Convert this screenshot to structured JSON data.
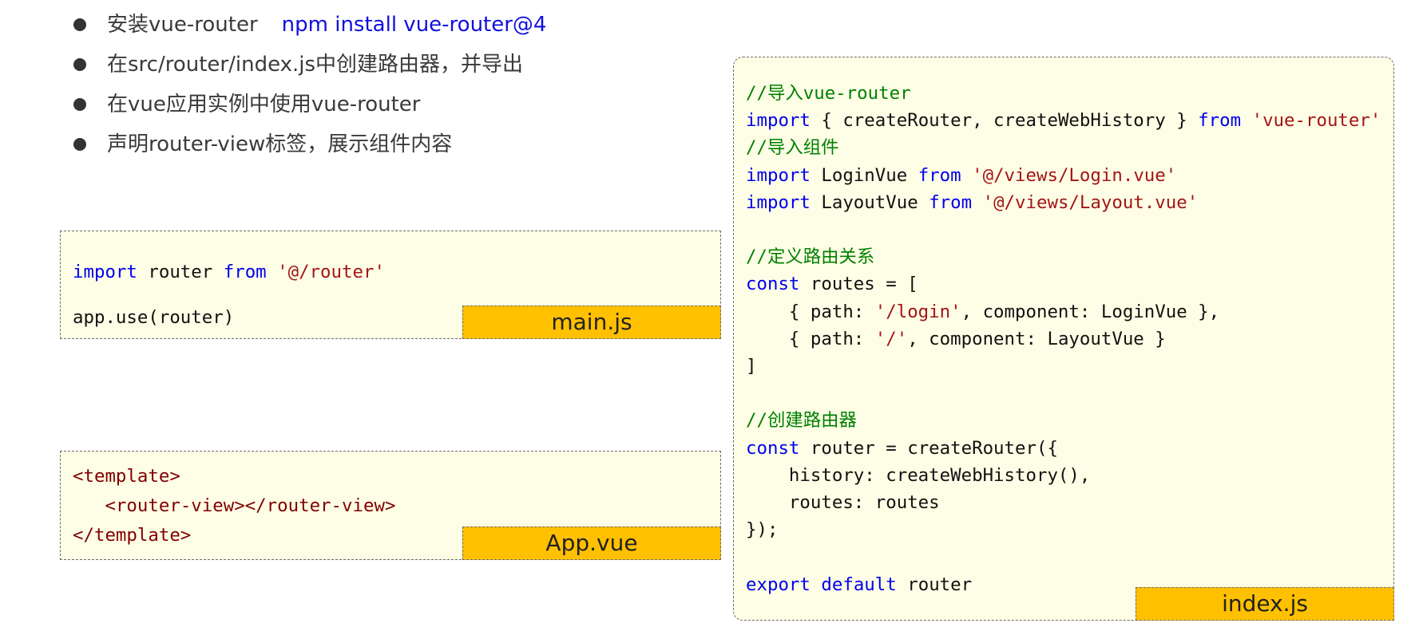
{
  "bullets": {
    "items": [
      {
        "text": "安装vue-router",
        "command": "npm install vue-router@4"
      },
      {
        "text": "在src/router/index.js中创建路由器，并导出"
      },
      {
        "text": "在vue应用实例中使用vue-router"
      },
      {
        "text": "声明router-view标签，展示组件内容"
      }
    ]
  },
  "main_js": {
    "label": "main.js",
    "lines": [
      [
        {
          "t": "kw",
          "v": "import"
        },
        {
          "t": "pl",
          "v": " router "
        },
        {
          "t": "kw",
          "v": "from"
        },
        {
          "t": "pl",
          "v": " "
        },
        {
          "t": "str",
          "v": "'@/router'"
        }
      ],
      [
        {
          "t": "pl",
          "v": "app.use(router)"
        }
      ]
    ]
  },
  "app_vue": {
    "label": "App.vue",
    "lines": [
      [
        {
          "t": "tag",
          "v": "<template>"
        }
      ],
      [
        {
          "t": "pl",
          "v": "   "
        },
        {
          "t": "tag",
          "v": "<router-view></router-view>"
        }
      ],
      [
        {
          "t": "tag",
          "v": "</template>"
        }
      ]
    ]
  },
  "index_js": {
    "label": "index.js",
    "lines": [
      [
        {
          "t": "cm",
          "v": "//导入vue-router"
        }
      ],
      [
        {
          "t": "kw",
          "v": "import"
        },
        {
          "t": "pl",
          "v": " { createRouter, createWebHistory } "
        },
        {
          "t": "kw",
          "v": "from"
        },
        {
          "t": "pl",
          "v": " "
        },
        {
          "t": "str",
          "v": "'vue-router'"
        }
      ],
      [
        {
          "t": "cm",
          "v": "//导入组件"
        }
      ],
      [
        {
          "t": "kw",
          "v": "import"
        },
        {
          "t": "pl",
          "v": " LoginVue "
        },
        {
          "t": "kw",
          "v": "from"
        },
        {
          "t": "pl",
          "v": " "
        },
        {
          "t": "str",
          "v": "'@/views/Login.vue'"
        }
      ],
      [
        {
          "t": "kw",
          "v": "import"
        },
        {
          "t": "pl",
          "v": " LayoutVue "
        },
        {
          "t": "kw",
          "v": "from"
        },
        {
          "t": "pl",
          "v": " "
        },
        {
          "t": "str",
          "v": "'@/views/Layout.vue'"
        }
      ],
      [],
      [
        {
          "t": "cm",
          "v": "//定义路由关系"
        }
      ],
      [
        {
          "t": "kw",
          "v": "const"
        },
        {
          "t": "pl",
          "v": " routes = ["
        }
      ],
      [
        {
          "t": "pl",
          "v": "    { path: "
        },
        {
          "t": "str",
          "v": "'/login'"
        },
        {
          "t": "pl",
          "v": ", component: LoginVue },"
        }
      ],
      [
        {
          "t": "pl",
          "v": "    { path: "
        },
        {
          "t": "str",
          "v": "'/'"
        },
        {
          "t": "pl",
          "v": ", component: LayoutVue }"
        }
      ],
      [
        {
          "t": "pl",
          "v": "]"
        }
      ],
      [],
      [
        {
          "t": "cm",
          "v": "//创建路由器"
        }
      ],
      [
        {
          "t": "kw",
          "v": "const"
        },
        {
          "t": "pl",
          "v": " router = createRouter({"
        }
      ],
      [
        {
          "t": "pl",
          "v": "    history: createWebHistory(),"
        }
      ],
      [
        {
          "t": "pl",
          "v": "    routes: routes"
        }
      ],
      [
        {
          "t": "pl",
          "v": "});"
        }
      ],
      [],
      [
        {
          "t": "kw",
          "v": "export"
        },
        {
          "t": "pl",
          "v": " "
        },
        {
          "t": "kw",
          "v": "default"
        },
        {
          "t": "pl",
          "v": " router"
        }
      ]
    ]
  },
  "colors": {
    "keyword": "#0000ee",
    "string": "#a31515",
    "comment": "#008000",
    "tag": "#800000",
    "label_background": "#ffc000",
    "code_background": "#fefee6",
    "command_text": "#1010dd"
  }
}
